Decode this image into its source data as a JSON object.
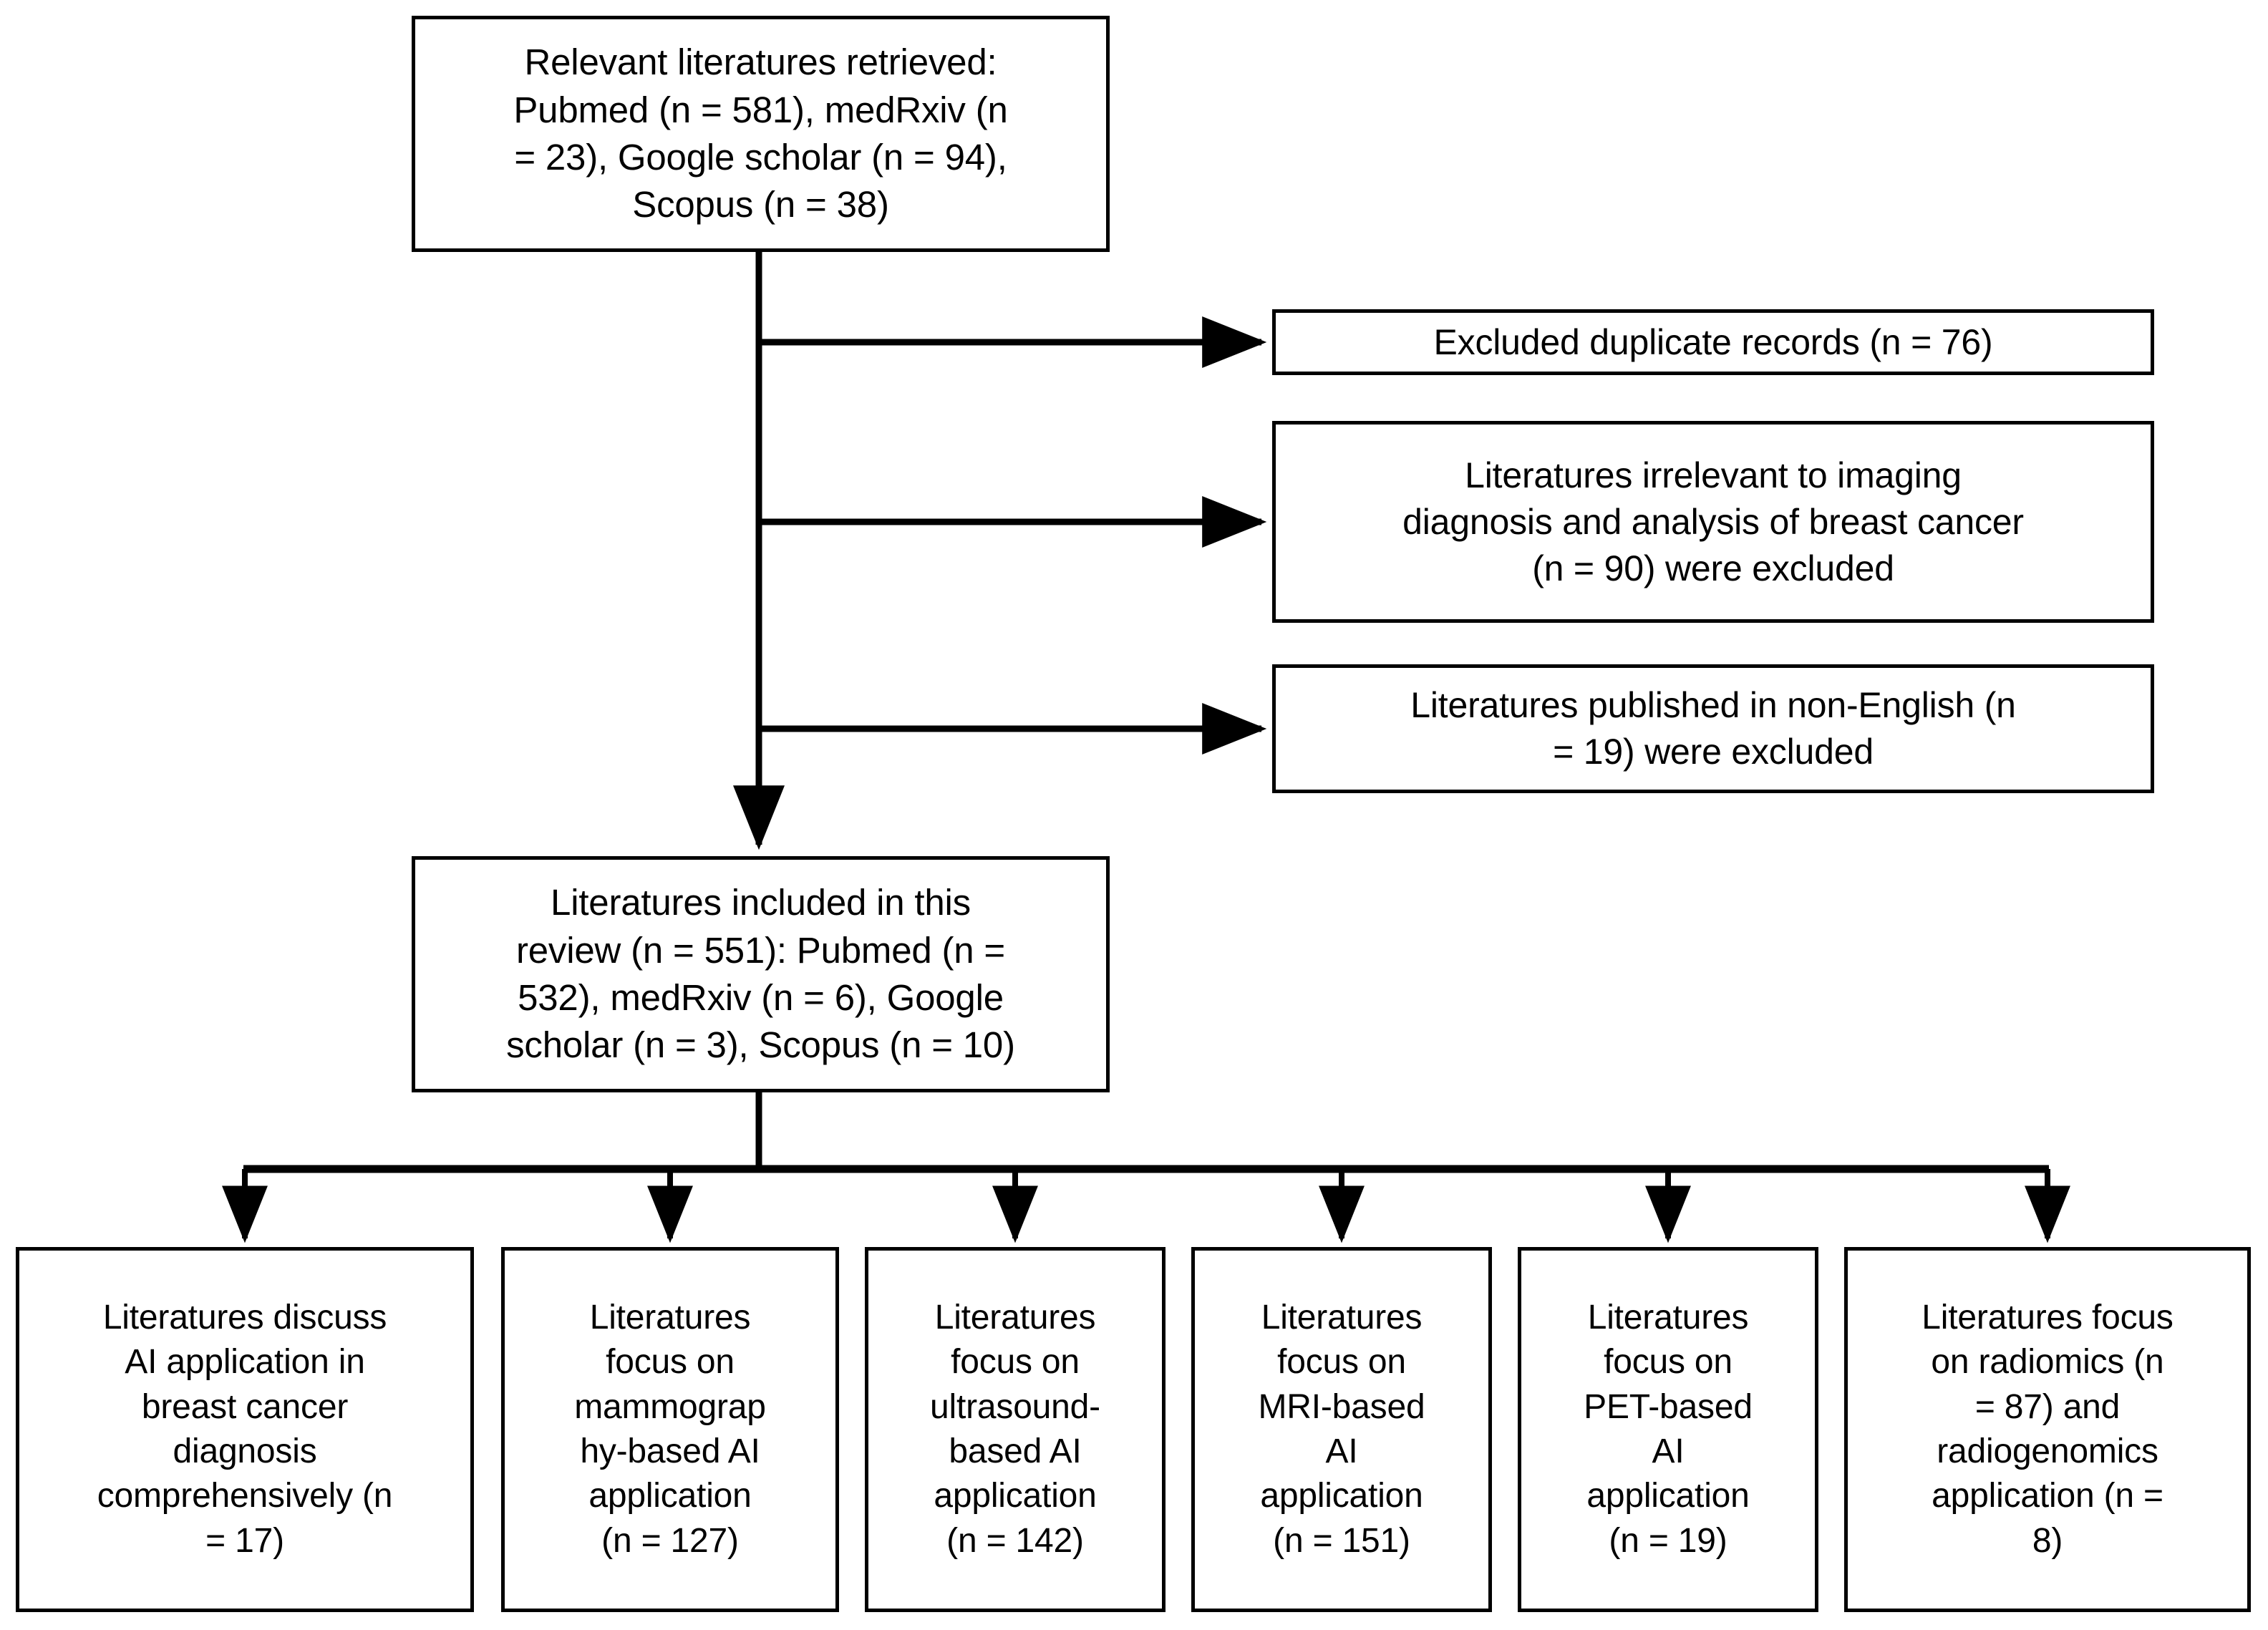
{
  "diagram": {
    "title": "PRISMA-style literature selection flow diagram",
    "stroke_color": "#000000",
    "background_color": "#ffffff"
  },
  "nodes": {
    "retrieved": {
      "text": "Relevant literatures retrieved:\nPubmed (n = 581), medRxiv (n\n= 23), Google scholar (n = 94),\nScopus (n = 38)"
    },
    "included": {
      "text": "Literatures included in this\nreview (n = 551): Pubmed (n =\n532), medRxiv (n = 6), Google\nscholar (n = 3), Scopus (n = 10)"
    }
  },
  "exclusions": [
    {
      "id": "duplicates",
      "text": "Excluded duplicate records (n = 76)",
      "n": 76
    },
    {
      "id": "irrelevant",
      "text": "Literatures irrelevant to imaging\ndiagnosis and analysis of breast cancer\n(n = 90) were excluded",
      "n": 90
    },
    {
      "id": "non-english",
      "text": "Literatures published in non-English (n\n= 19) were excluded",
      "n": 19
    }
  ],
  "categories": [
    {
      "id": "comprehensive",
      "text": "Literatures discuss\nAI application in\nbreast cancer\ndiagnosis\ncomprehensively (n\n= 17)",
      "n": 17
    },
    {
      "id": "mammography",
      "text": "Literatures\nfocus on\nmammograp\nhy-based AI\napplication\n(n = 127)",
      "n": 127
    },
    {
      "id": "ultrasound",
      "text": "Literatures\nfocus on\nultrasound-\nbased AI\napplication\n(n = 142)",
      "n": 142
    },
    {
      "id": "mri",
      "text": "Literatures\nfocus on\nMRI-based\nAI\napplication\n(n = 151)",
      "n": 151
    },
    {
      "id": "pet",
      "text": "Literatures\nfocus on\nPET-based\nAI\napplication\n(n = 19)",
      "n": 19
    },
    {
      "id": "radiomics",
      "text": "Literatures focus\non radiomics (n\n= 87) and\nradiogenomics\napplication (n =\n8)",
      "n": 87
    }
  ],
  "chart_data": {
    "type": "table",
    "title": "Literature selection counts",
    "categories": [
      "Pubmed retrieved",
      "medRxiv retrieved",
      "Google scholar retrieved",
      "Scopus retrieved",
      "Excluded duplicates",
      "Excluded irrelevant",
      "Excluded non-English",
      "Included total",
      "Included Pubmed",
      "Included medRxiv",
      "Included Google scholar",
      "Included Scopus",
      "Comprehensive AI discussion",
      "Mammography-based AI",
      "Ultrasound-based AI",
      "MRI-based AI",
      "PET-based AI",
      "Radiomics",
      "Radiogenomics"
    ],
    "values": [
      581,
      23,
      94,
      38,
      76,
      90,
      19,
      551,
      532,
      6,
      3,
      10,
      17,
      127,
      142,
      151,
      19,
      87,
      8
    ]
  }
}
